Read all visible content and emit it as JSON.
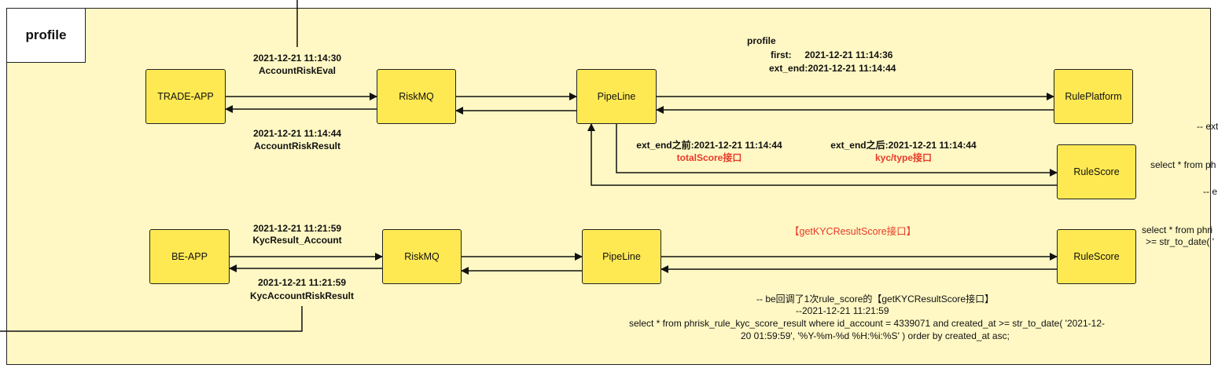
{
  "frame_title": "profile",
  "nodes": {
    "trade_app": "TRADE-APP",
    "riskmq_top": "RiskMQ",
    "pipeline_top": "PipeLine",
    "rule_platform": "RulePlatform",
    "rule_score_top": "RuleScore",
    "be_app": "BE-APP",
    "riskmq_bottom": "RiskMQ",
    "pipeline_bottom": "PipeLine",
    "rule_score_bottom": "RuleScore"
  },
  "labels": {
    "eval_time": "2021-12-21 11:14:30",
    "eval_name": "AccountRiskEval",
    "result_time": "2021-12-21 11:14:44",
    "result_name": "AccountRiskResult",
    "profile_title": "profile",
    "profile_first": "first:     2021-12-21 11:14:36",
    "profile_ext_end": "ext_end:2021-12-21 11:14:44",
    "before_ext_end": "ext_end之前:2021-12-21 11:14:44",
    "before_api": "totalScore接口",
    "after_ext_end": "ext_end之后:2021-12-21 11:14:44",
    "after_api": "kyc/type接口",
    "kyc_time": "2021-12-21 11:21:59",
    "kyc_name": "KycResult_Account",
    "kyc_result_time": "2021-12-21 11:21:59",
    "kyc_result_name": "KycAccountRiskResult",
    "kyc_score_api": "【getKYCResultScore接口】"
  },
  "notes": {
    "bottom_line1": "-- be回调了1次rule_score的【getKYCResultScore接口】",
    "bottom_line2": "--2021-12-21 11:21:59",
    "bottom_line3": "select * from phrisk_rule_kyc_score_result where id_account = 4339071 and created_at >= str_to_date( '2021-12-",
    "bottom_line4": "20 01:59:59', '%Y-%m-%d %H:%i:%S' ) order by created_at asc;",
    "right_1": "-- ext",
    "right_2": "select * from ph",
    "right_3": "-- e",
    "right_4": "select * from phri",
    "right_5": ">= str_to_date( '"
  }
}
